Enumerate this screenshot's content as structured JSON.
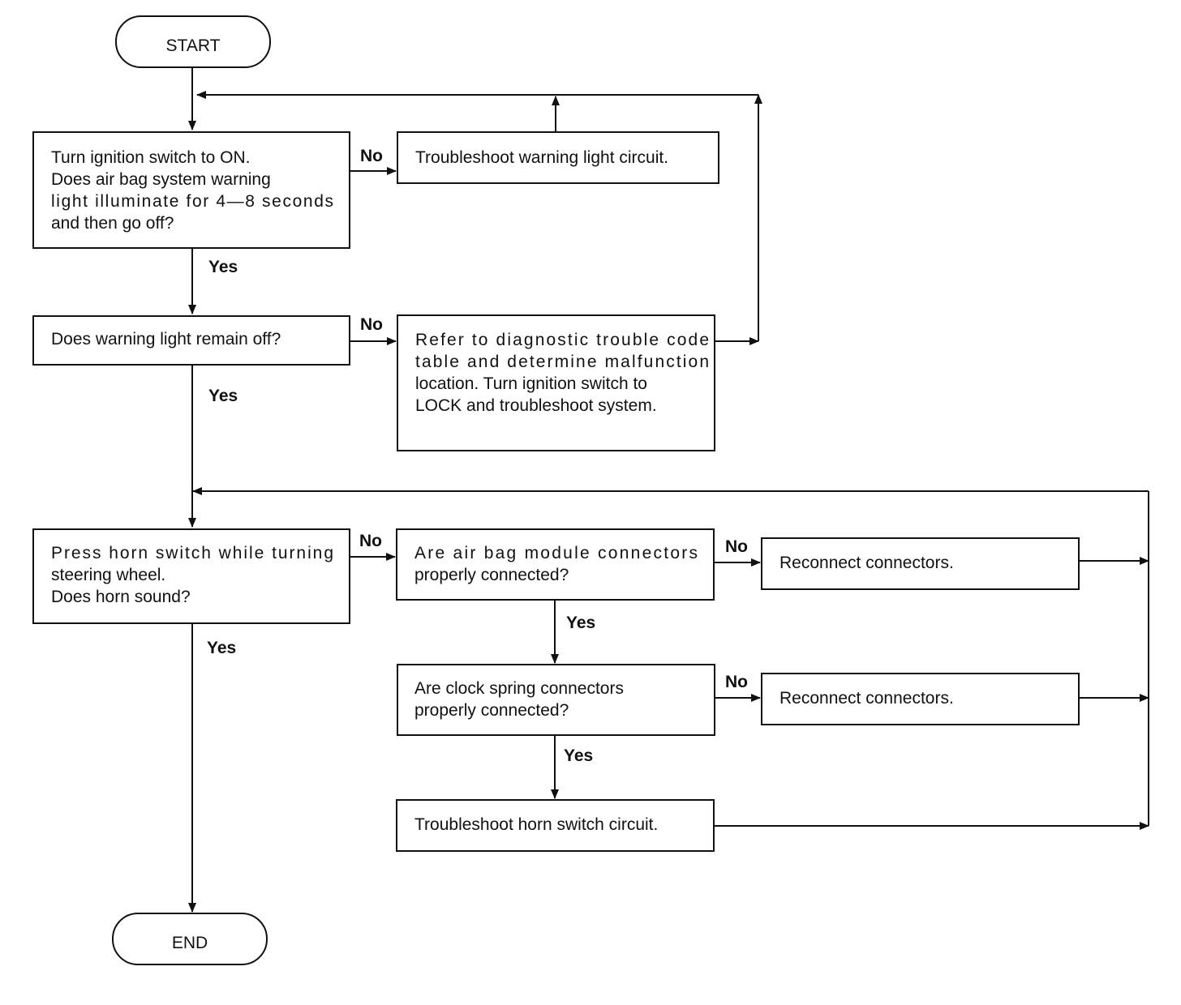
{
  "start": "START",
  "end": "END",
  "steps": {
    "check_warning_light": [
      "Turn ignition switch to ON.",
      "Does air bag system warning",
      "light illuminate for 4—8 seconds",
      "and then go off?"
    ],
    "troubleshoot_warning_circuit": [
      "Troubleshoot warning light circuit."
    ],
    "check_remain_off": [
      "Does warning light remain off?"
    ],
    "refer_dtc_table": [
      "Refer to diagnostic trouble code",
      "table  and determine malfunction",
      "location. Turn  ignition switch to",
      "LOCK and troubleshoot system."
    ],
    "press_horn_switch": [
      "Press horn switch while turning",
      "steering wheel.",
      "Does horn sound?"
    ],
    "check_module_connectors": [
      "Are air bag module connectors",
      "properly connected?"
    ],
    "reconnect_module_connectors": [
      "Reconnect connectors."
    ],
    "check_clock_spring": [
      "Are  clock  spring  connectors",
      "properly connected?"
    ],
    "reconnect_clock_spring": [
      "Reconnect connectors."
    ],
    "troubleshoot_horn_circuit": [
      "Troubleshoot horn switch circuit."
    ]
  },
  "branch_labels": {
    "yes": "Yes",
    "no": "No"
  }
}
